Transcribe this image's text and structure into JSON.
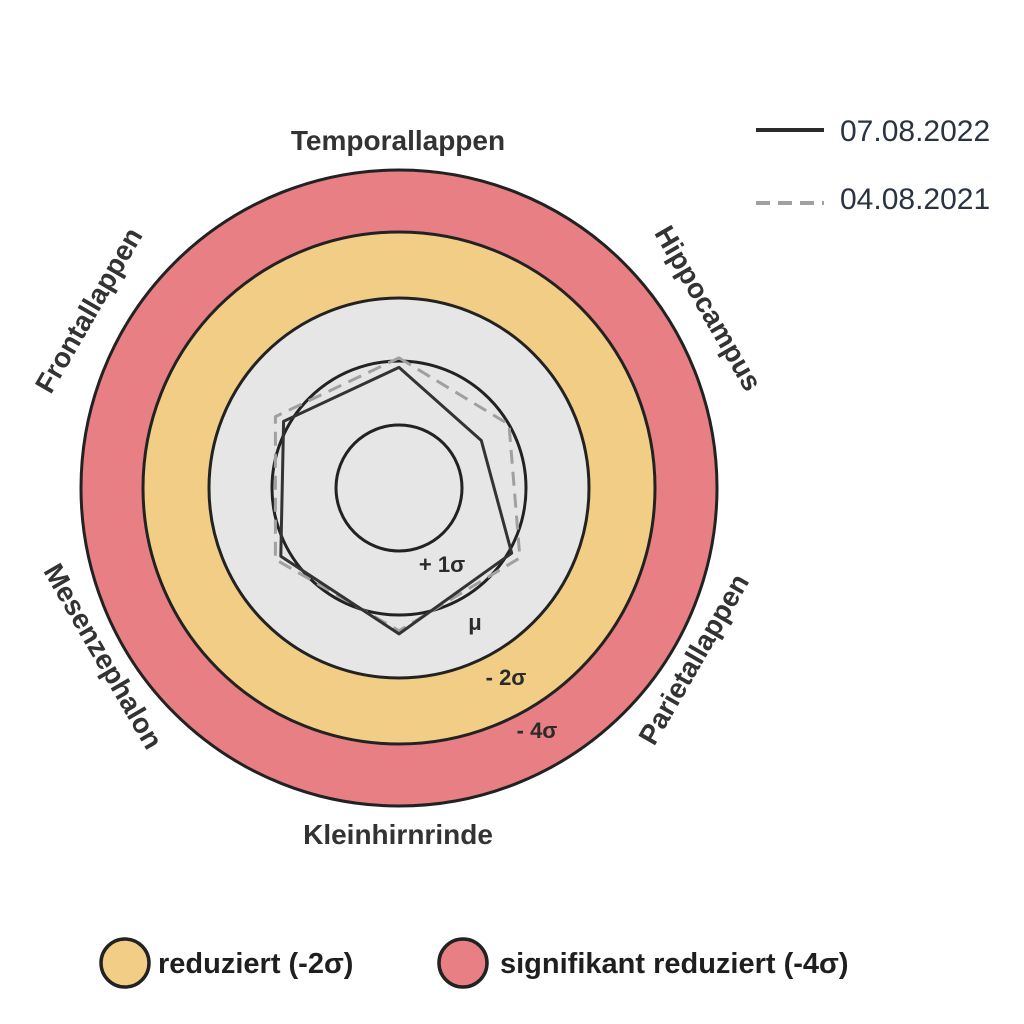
{
  "chart_data": {
    "type": "radar",
    "axes": [
      "Temporallappen",
      "Hippocampus",
      "Parietallappen",
      "Kleinhirnrinde",
      "Mesenzephalon",
      "Frontallappen"
    ],
    "rings": [
      {
        "label": "- 4σ",
        "value": -4,
        "fill": "#e77f84"
      },
      {
        "label": "- 2σ",
        "value": -2,
        "fill": "#f2cd86"
      },
      {
        "label": "μ",
        "value": 0,
        "fill": "#e6e6e6"
      },
      {
        "label": "+ 1σ",
        "value": 1,
        "fill": "#e6e6e6"
      }
    ],
    "radial_range": [
      -5,
      2
    ],
    "series": [
      {
        "name": "07.08.2022",
        "style": "solid",
        "color": "#333333",
        "values": [
          0.1,
          0.5,
          -0.1,
          -0.6,
          -0.3,
          -0.2
        ]
      },
      {
        "name": "04.08.2021",
        "style": "dashed",
        "color": "#a0a0a0",
        "values": [
          -0.1,
          0.0,
          -0.4,
          -0.5,
          -0.5,
          -0.5
        ]
      }
    ],
    "zone_legend": [
      {
        "label": "reduziert (-2σ)",
        "color": "#f2cd86"
      },
      {
        "label": "signifikant reduziert (-4σ)",
        "color": "#e77f84"
      }
    ]
  }
}
